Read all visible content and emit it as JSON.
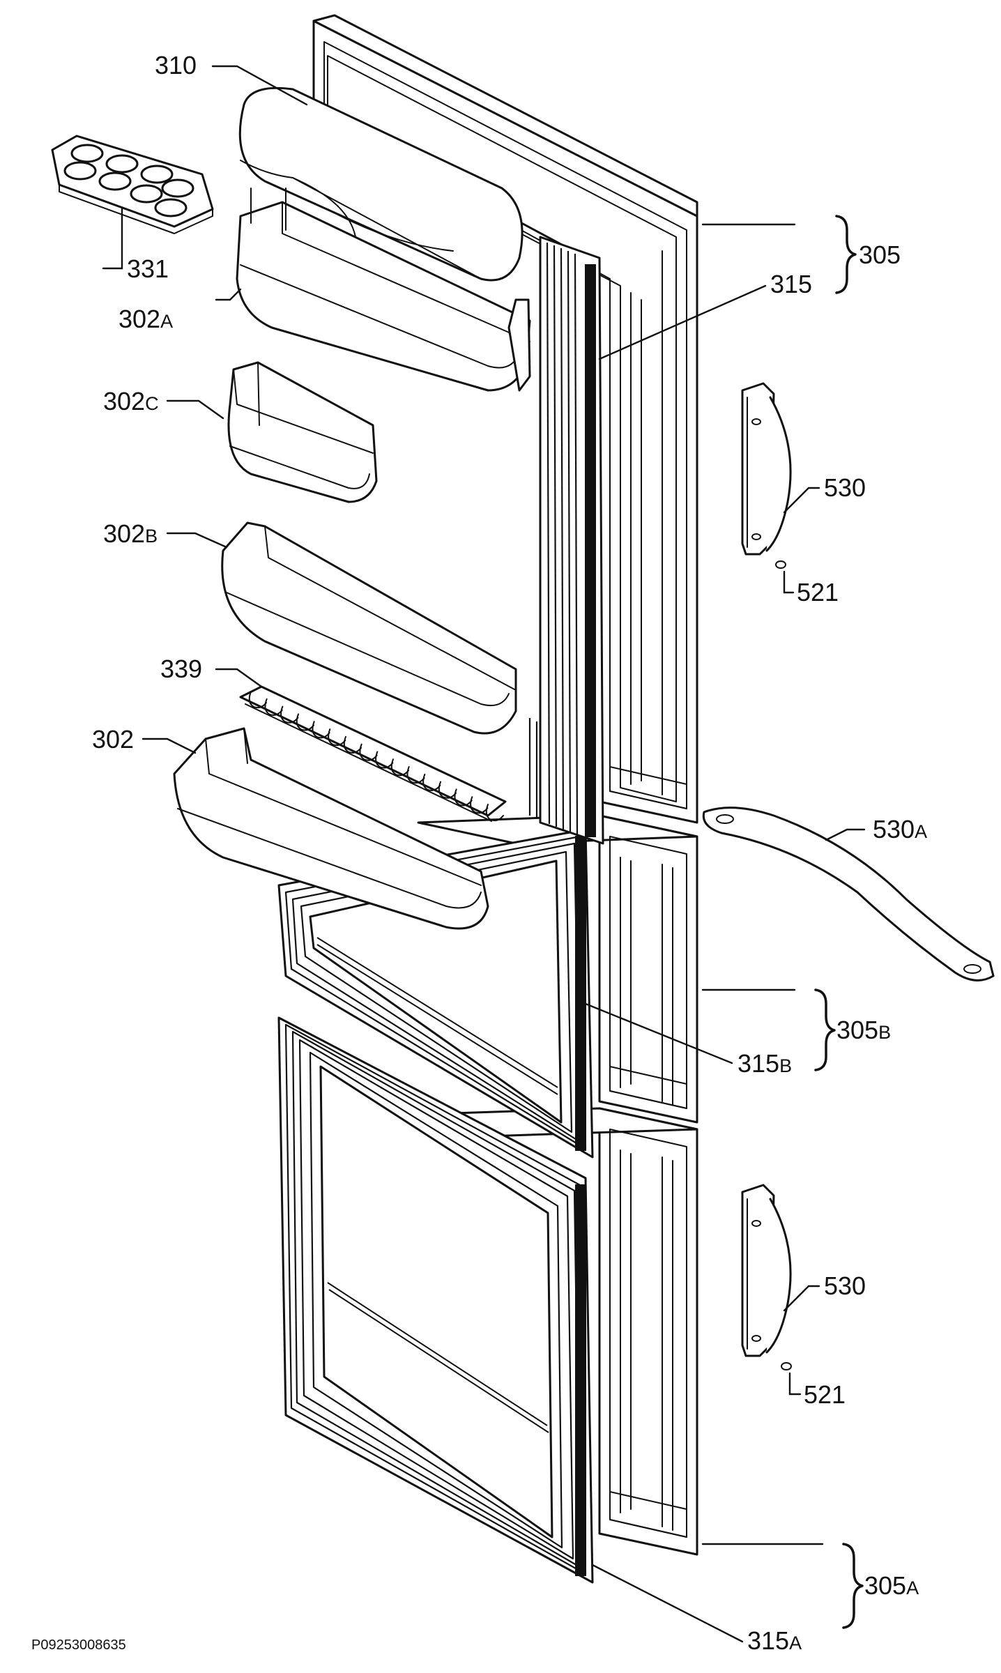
{
  "labels": {
    "p310": "310",
    "p331": "331",
    "p302a_num": "302",
    "p302a_suf": "A",
    "p302c_num": "302",
    "p302c_suf": "C",
    "p302b_num": "302",
    "p302b_suf": "B",
    "p339": "339",
    "p302": "302",
    "p305": "305",
    "p315": "315",
    "p530_top": "530",
    "p521_top": "521",
    "p530a_num": "530",
    "p530a_suf": "A",
    "p305b_num": "305",
    "p305b_suf": "B",
    "p315b_num": "315",
    "p315b_suf": "B",
    "p530_bottom": "530",
    "p521_bottom": "521",
    "p305a_num": "305",
    "p305a_suf": "A",
    "p315a_num": "315",
    "p315a_suf": "A"
  },
  "document_id": "P09253008635",
  "colors": {
    "ink": "#111111",
    "paper": "#ffffff"
  }
}
